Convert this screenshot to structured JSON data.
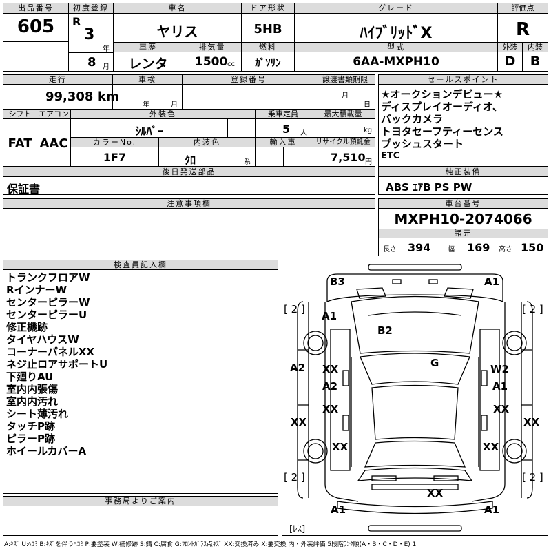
{
  "header": {
    "lot_label": "出品番号",
    "lot_no": "605",
    "first_reg_label": "初度登録",
    "era": "R",
    "year": "3",
    "year_unit": "年",
    "month": "8",
    "month_unit": "月",
    "car_name_label": "車名",
    "car_name": "ヤリス",
    "history_label": "車歴",
    "history": "レンタ",
    "displacement_label": "排気量",
    "displacement": "1500",
    "displacement_unit": "cc",
    "door_label": "ドア形状",
    "door": "5HB",
    "fuel_label": "燃料",
    "fuel": "ｶﾞｿﾘﾝ",
    "grade_label": "グレード",
    "grade": "ﾊｲﾌﾞﾘｯﾄﾞX",
    "model_label": "型式",
    "model": "6AA-MXPH10",
    "score_label": "評価点",
    "score": "R",
    "exterior_label": "外装",
    "exterior": "D",
    "interior_label": "内装",
    "interior": "B"
  },
  "row2": {
    "mileage_label": "走行",
    "mileage": "99,308",
    "mileage_unit": "km",
    "inspection_label": "車検",
    "insp_year_unit": "年",
    "insp_month_unit": "月",
    "reg_no_label": "登録番号",
    "transfer_label": "譲渡書類期限",
    "transfer_month": "月",
    "transfer_day": "日",
    "shift_label": "シフト",
    "shift": "FAT",
    "ac_label": "エアコン",
    "ac": "AAC",
    "ext_color_label": "外装色",
    "ext_color": "ｼﾙﾊﾞｰ",
    "capacity_label": "乗車定員",
    "capacity": "5",
    "capacity_unit": "人",
    "max_load_label": "最大積載量",
    "max_load_unit": "kg",
    "color_no_label": "カラーNo.",
    "color_no": "1F7",
    "int_color_label": "内装色",
    "int_color": "ｸﾛ",
    "int_color_unit": "系",
    "import_label": "輸入車",
    "recycle_label": "リサイクル預託金",
    "recycle": "7,510",
    "recycle_unit": "円",
    "later_parts_label": "後日発送部品",
    "later_parts": "保証書"
  },
  "sales_points": {
    "label": "セールスポイント",
    "items": [
      "★オークションデビュー★",
      "ディスプレイオーディオ、",
      "バックカメラ",
      "トヨタセーフティーセンス",
      "プッシュスタート",
      "ETC"
    ]
  },
  "equipment": {
    "label": "純正装備",
    "value": "ABS ｴｱB PS PW"
  },
  "notes": {
    "label": "注意事項欄"
  },
  "chassis": {
    "label": "車台番号",
    "value": "MXPH10-2074066",
    "dims_label": "諸元",
    "length_label": "長さ",
    "length": "394",
    "width_label": "幅",
    "width": "169",
    "height_label": "高さ",
    "height": "150"
  },
  "inspector": {
    "label": "検査員記入欄",
    "items": [
      "トランクフロアW",
      "RインナーW",
      "センターピラーW",
      "センターピラーU",
      "修正機跡",
      "タイヤハウスW",
      "コーナーパネルXX",
      "ネジ止ロアサポートU",
      "下廻りAU",
      "室内内張傷",
      "室内内汚れ",
      "シート薄汚れ",
      "タッチP跡",
      "ピラーP跡",
      "ホイールカバーA"
    ]
  },
  "office": {
    "label": "事務局よりご案内"
  },
  "diagram": {
    "marks": {
      "b3": "B3",
      "a1_top_right": "A1",
      "bracket_tl": "[ 2 ]",
      "bracket_tr": "[ 2 ]",
      "a1_left_upper": "A1",
      "b2": "B2",
      "g": "G",
      "a2_left": "A2",
      "xx_left_1": "XX",
      "a2_left_inner": "A2",
      "w2": "W2",
      "a1_right_inner": "A1",
      "xx_left_2": "XX",
      "xx_right_2": "XX",
      "xx_far_left": "XX",
      "xx_far_right": "XX",
      "xx_lower_left": "XX",
      "xx_lower_right": "XX",
      "bracket_bl": "[ 2 ]",
      "bracket_br": "[ 2 ]",
      "xx_rear": "XX",
      "a1_bottom_left": "A1",
      "a1_bottom_right": "A1",
      "res": "[ﾚｽ]"
    }
  },
  "legend": "A:ｷｽﾞ U:ﾍｺﾐ B:ｷｽﾞを伴うﾍｺﾐ P:要塗装 W:補修跡 S:錆 C:腐食 G:ﾌﾛﾝﾄｶﾞﾗｽ点ｷｽﾞ XX:交換済み X:要交換 内・外装評価 5段階ﾗﾝｸ順(A・B・C・D・E) 1"
}
